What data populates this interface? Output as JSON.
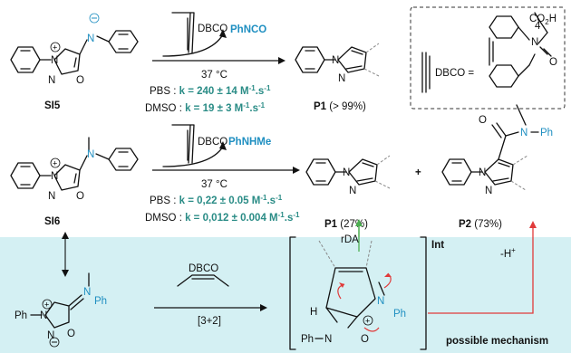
{
  "row1": {
    "reagent": "DBCO",
    "byproduct": "PhNCO",
    "temp": "37 °C",
    "pbs_label": "PBS : ",
    "pbs_k": "k = 240 ± 14 M",
    "dmso_label": "DMSO : ",
    "dmso_k": "k = 19 ± 3 M",
    "unit_sup": "-1",
    "unit_s": ".s",
    "start": "SI5",
    "product": "P1",
    "yield": "(> 99%)"
  },
  "legend_box": {
    "lhs": "DBCO =",
    "subst": "CO",
    "subst_sub": "2",
    "subst_end": "H",
    "chain_sub": "4",
    "n_atom": "N",
    "o_atom": "O"
  },
  "row2": {
    "reagent": "DBCO",
    "byproduct": "PhNHMe",
    "temp": "37 °C",
    "pbs_label": "PBS : ",
    "pbs_k": "k = 0,22 ± 0.05 M",
    "dmso_label": "DMSO : ",
    "dmso_k": "k = 0,012 ± 0.004 M",
    "unit_sup": "-1",
    "unit_s": ".s",
    "start": "SI6",
    "p1": "P1",
    "p1_yield": "(27%)",
    "plus": "+",
    "p2": "P2",
    "p2_yield": "(73%)"
  },
  "mechanism": {
    "reagent": "DBCO",
    "cycloaddition": "[3+2]",
    "rda": "rDA",
    "deprot": "-H",
    "deprot_sup": "+",
    "intermediate": "Int",
    "caption": "possible mechanism",
    "ph": "Ph",
    "n": "N",
    "o": "O",
    "h": "H"
  },
  "colors": {
    "teal_text": "#2a8c86",
    "blue_text": "#1f8fc1",
    "panel_bg": "#d4f0f3",
    "red_arrow": "#e03a3a",
    "green_arrow": "#4caf50"
  }
}
